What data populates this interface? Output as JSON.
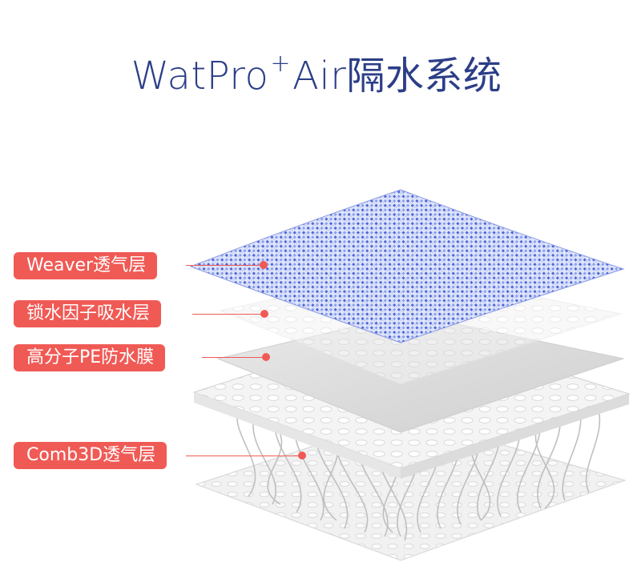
{
  "title": {
    "prefix": "WatPro",
    "superscript": "+",
    "suffix": "Air隔水系统"
  },
  "layers": [
    {
      "label": "Weaver透气层"
    },
    {
      "label": "锁水因子吸水层"
    },
    {
      "label": "高分子PE防水膜"
    },
    {
      "label": "Comb3D透气层"
    }
  ],
  "colors": {
    "title": "#2c3e87",
    "accent": "#f05a55",
    "weave": "#3d5bd0"
  }
}
